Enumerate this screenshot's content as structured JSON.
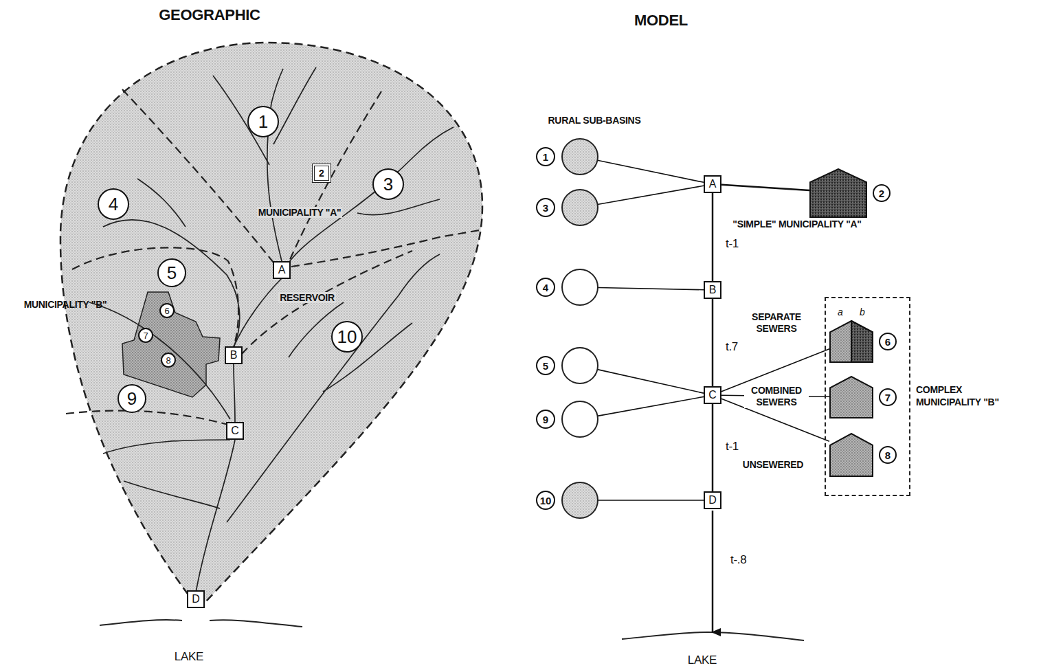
{
  "diagram": {
    "nodes": [
      {
        "text": [
          "1"
        ]
      },
      {
        "text": [
          "3"
        ]
      },
      {
        "text": [
          "2"
        ]
      },
      {
        "text": [
          "4"
        ]
      },
      {
        "text": [
          "A"
        ]
      },
      {
        "text": [
          "5"
        ]
      },
      {
        "text": [
          "6"
        ]
      },
      {
        "text": [
          "7"
        ]
      },
      {
        "text": [
          "B"
        ]
      },
      {
        "text": [
          "10"
        ]
      },
      {
        "text": [
          "8"
        ]
      },
      {
        "text": [
          "9"
        ]
      },
      {
        "text": [
          "C"
        ]
      },
      {
        "text": [
          "D"
        ]
      },
      {
        "text": [
          "1"
        ]
      },
      {
        "text": [
          "A"
        ]
      },
      {
        "text": [
          "2",
          "\"SIMPLE\" MUNICIPALITY \"A\""
        ]
      },
      {
        "text": [
          "3"
        ]
      },
      {
        "text": [
          "4"
        ]
      },
      {
        "text": [
          "B"
        ]
      },
      {
        "text": [
          "COMPLEX MUNICIPALITY \"B\""
        ]
      },
      {
        "text": [
          "a",
          "b",
          "6"
        ],
        "in": 20
      },
      {
        "text": [
          "5"
        ]
      },
      {
        "text": [
          "C"
        ]
      },
      {
        "text": [
          "7"
        ],
        "in": 20
      },
      {
        "text": [
          "9"
        ]
      },
      {
        "text": [
          "8"
        ],
        "in": 20
      },
      {
        "text": [
          "10"
        ]
      },
      {
        "text": [
          "D"
        ]
      }
    ],
    "edges": [
      {
        "from": 14,
        "to": 15,
        "arrow": "none"
      },
      {
        "from": 17,
        "to": 15,
        "arrow": "none"
      },
      {
        "from": 15,
        "to": 16,
        "arrow": "none"
      },
      {
        "from": 15,
        "to": 19,
        "label": "t-1",
        "arrow": "none"
      },
      {
        "from": 18,
        "to": 19,
        "arrow": "none"
      },
      {
        "from": 19,
        "to": 23,
        "label": "t.7",
        "arrow": "none"
      },
      {
        "from": 22,
        "to": 23,
        "arrow": "none"
      },
      {
        "from": 25,
        "to": 23,
        "arrow": "none"
      },
      {
        "from": 23,
        "to": 21,
        "label": "SEPARATE SEWERS",
        "arrow": "none"
      },
      {
        "from": 23,
        "to": 24,
        "label": "COMBINED SEWERS",
        "arrow": "none"
      },
      {
        "from": 23,
        "to": 26,
        "label": "UNSEWERED",
        "arrow": "none"
      },
      {
        "from": 23,
        "to": 28,
        "label": "t-1",
        "arrow": "none"
      },
      {
        "from": 27,
        "to": 28,
        "arrow": "none"
      }
    ],
    "labels": [
      "GEOGRAPHIC",
      "MODEL",
      "MUNICIPALITY \"A\"",
      "RESERVOIR",
      "MUNICIPALITY \"B\"",
      "LAKE",
      "RURAL SUB-BASINS",
      "t-.8",
      "LAKE"
    ]
  }
}
